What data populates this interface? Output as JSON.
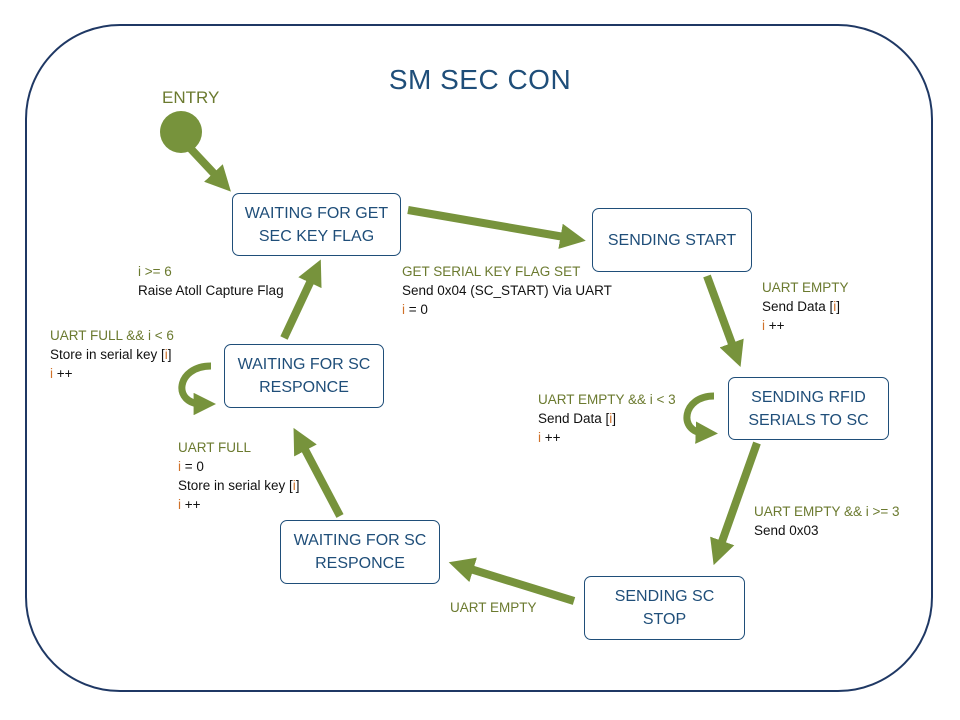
{
  "title": "SM SEC CON",
  "entry_label": "ENTRY",
  "colors": {
    "arrow": "#77933c",
    "state_border": "#1f4e79",
    "condition_text": "#6b7a2f",
    "index_highlight": "#d0722a"
  },
  "states": {
    "waiting_get_sec": "WAITING FOR GET\nSEC KEY FLAG",
    "sending_start": "SENDING START",
    "sending_rfid": "SENDING RFID\nSERIALS TO SC",
    "sending_sc_stop": "SENDING SC\nSTOP",
    "waiting_sc_resp_bottom": "WAITING FOR SC\nRESPONCE",
    "waiting_sc_resp_left": "WAITING FOR SC\nRESPONCE"
  },
  "transitions": {
    "get_serial": {
      "condition": "GET SERIAL KEY FLAG SET",
      "action": "Send 0x04 (SC_START) Via UART",
      "i_var": "i",
      "i_rest": " = 0"
    },
    "uart_empty_start": {
      "condition": "UART EMPTY",
      "action": "Send Data [",
      "i_var": "i",
      "action_end": "]",
      "incr_var": "i",
      "incr_rest": " ++"
    },
    "rfid_loop": {
      "condition": "UART EMPTY && i < 3",
      "action": "Send Data [",
      "i_var": "i",
      "action_end": "]",
      "incr_var": "i",
      "incr_rest": " ++"
    },
    "rfid_to_stop": {
      "condition": "UART EMPTY && i >= 3",
      "action": "Send 0x03"
    },
    "stop_to_wait": {
      "condition": "UART EMPTY"
    },
    "uart_full": {
      "condition": "UART FULL",
      "i_var": "i",
      "i_rest": " = 0",
      "action": "Store in serial key [",
      "action_var": "i",
      "action_end": "]",
      "incr_var": "i",
      "incr_rest": " ++"
    },
    "uart_full_loop": {
      "condition": "UART FULL && i < 6",
      "action": "Store in serial key [",
      "action_var": "i",
      "action_end": "]",
      "incr_var": "i",
      "incr_rest": " ++"
    },
    "i_ge_6": {
      "condition": "i >= 6",
      "action": "Raise Atoll Capture Flag"
    }
  }
}
